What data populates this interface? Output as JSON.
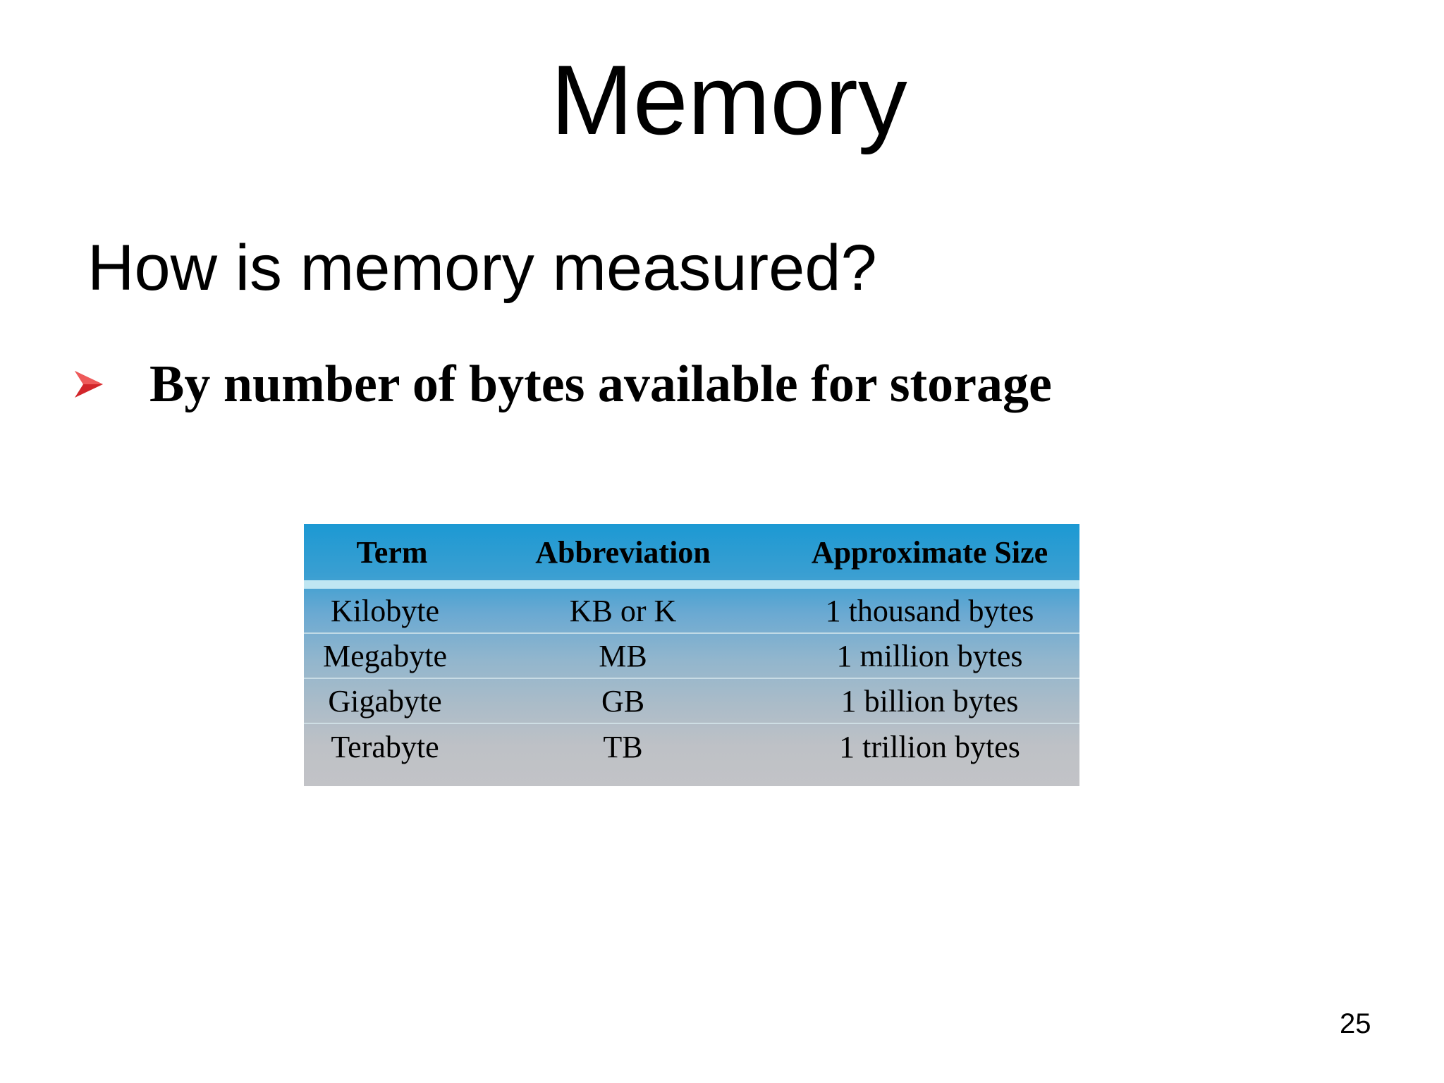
{
  "slide": {
    "title": "Memory",
    "subtitle": "How is memory measured?",
    "bullet": {
      "icon": "arrowhead-bullet-icon",
      "color": "#d2262b",
      "text": "By number of bytes available for storage"
    },
    "table": {
      "headers": [
        "Term",
        "Abbreviation",
        "Approximate Size"
      ],
      "rows": [
        [
          "Kilobyte",
          "KB or K",
          "1 thousand bytes"
        ],
        [
          "Megabyte",
          "MB",
          "1 million bytes"
        ],
        [
          "Gigabyte",
          "GB",
          "1 billion bytes"
        ],
        [
          "Terabyte",
          "TB",
          "1 trillion bytes"
        ]
      ],
      "colors": {
        "header": "#1c99d3",
        "bottom": "#c2c3c7",
        "stripe": "#bfe6f2"
      }
    },
    "page_number": "25"
  }
}
